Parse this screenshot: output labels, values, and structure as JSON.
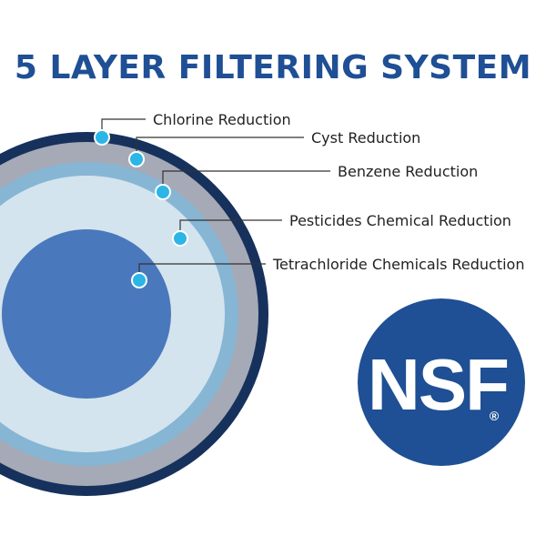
{
  "title": "5 LAYER FILTERING SYSTEM",
  "layers": [
    {
      "label": "Chlorine Reduction",
      "color": "#16315c"
    },
    {
      "label": "Cyst Reduction",
      "color": "#a6aab6"
    },
    {
      "label": "Benzene Reduction",
      "color": "#86b6d4"
    },
    {
      "label": "Pesticides Chemical Reduction",
      "color": "#d3e4ee"
    },
    {
      "label": "Tetrachloride Chemicals Reduction",
      "color": "#4a78bc"
    }
  ],
  "marker_color": "#2bb6e6",
  "logo": {
    "text": "NSF",
    "registered_mark": "®",
    "background": "#1f4f94"
  }
}
